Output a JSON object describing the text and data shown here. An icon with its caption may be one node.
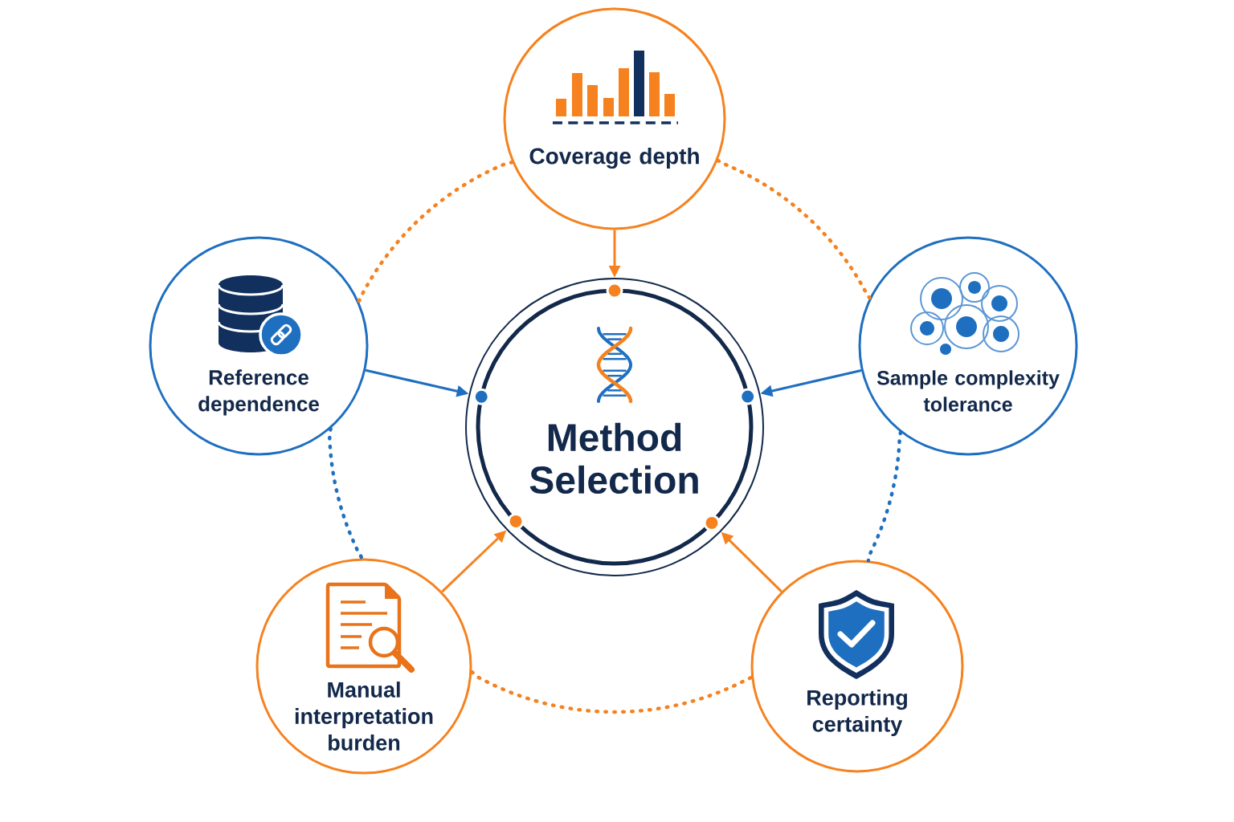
{
  "diagram": {
    "nodes": [
      {
        "text": [
          "Coverage depth"
        ]
      },
      {
        "text": [
          "Reference dependence"
        ]
      },
      {
        "text": [
          "Method Selection"
        ]
      },
      {
        "text": [
          "Sample complexity tolerance"
        ]
      },
      {
        "text": [
          "Manual interpretation burden"
        ]
      },
      {
        "text": [
          "Reporting certainty"
        ]
      }
    ],
    "edges": [
      {
        "from": 0,
        "to": 2,
        "arrow": "to"
      },
      {
        "from": 1,
        "to": 2,
        "arrow": "to",
        "color": "#1f6fc0"
      },
      {
        "from": 3,
        "to": 2,
        "arrow": "to",
        "color": "#1f6fc0"
      },
      {
        "from": 4,
        "to": 2,
        "arrow": "to"
      },
      {
        "from": 5,
        "to": 2,
        "arrow": "to"
      },
      {
        "from": 0,
        "to": 1,
        "arrow": "none",
        "style": "dashed"
      },
      {
        "from": 0,
        "to": 3,
        "arrow": "none",
        "style": "dashed"
      },
      {
        "from": 1,
        "to": 4,
        "arrow": "none",
        "style": "dashed",
        "color": "#1f6fc0"
      },
      {
        "from": 3,
        "to": 5,
        "arrow": "none",
        "style": "dashed",
        "color": "#1f6fc0"
      },
      {
        "from": 4,
        "to": 5,
        "arrow": "none",
        "style": "dashed"
      }
    ]
  }
}
